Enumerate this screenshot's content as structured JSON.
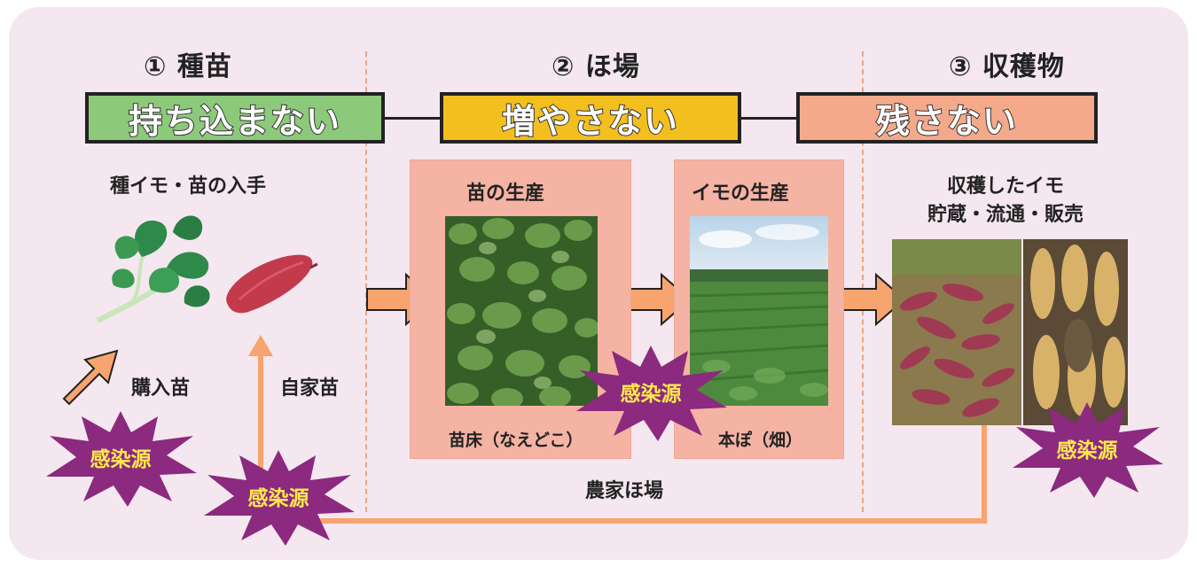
{
  "stages": [
    {
      "title": "① 種苗",
      "slogan": "持ち込まない",
      "color": "#8cc97a"
    },
    {
      "title": "② ほ場",
      "slogan": "増やさない",
      "color": "#f3bf1f"
    },
    {
      "title": "③ 収穫物",
      "slogan": "残さない",
      "color": "#f4a98b"
    }
  ],
  "seedling": {
    "heading": "種イモ・苗の入手",
    "purchased_label": "購入苗",
    "homegrown_label": "自家苗"
  },
  "field": {
    "nursery_card_title": "苗の生産",
    "nursery_caption": "苗床（なえどこ）",
    "potato_card_title": "イモの生産",
    "field_caption": "本ぽ（畑）",
    "farm_label": "農家ほ場"
  },
  "harvest": {
    "heading_line1": "収穫したイモ",
    "heading_line2": "貯蔵・流通・販売"
  },
  "infection_source_label": "感染源",
  "colors": {
    "panel": "#f4e7ef",
    "arrow": "#f7a46e",
    "burst": "#8b2a7e",
    "burst_text": "#ffe94d",
    "card": "#f5b3a3",
    "divider": "#f2a37a"
  },
  "icons": [
    "leaf-icon",
    "sweet-potato-icon"
  ]
}
